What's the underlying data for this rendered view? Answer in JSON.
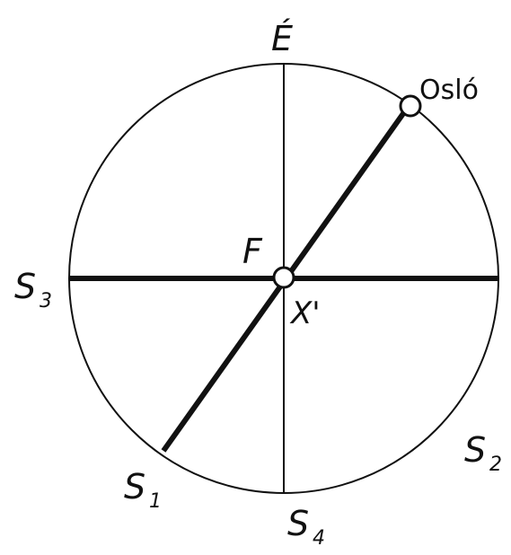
{
  "labels": {
    "north": "É",
    "city": "Osló",
    "center": "F",
    "center_point": "X'",
    "s1": {
      "letter": "S",
      "index": "1"
    },
    "s2": {
      "letter": "S",
      "index": "2"
    },
    "s3": {
      "letter": "S",
      "index": "3"
    },
    "s4": {
      "letter": "S",
      "index": "4"
    }
  }
}
